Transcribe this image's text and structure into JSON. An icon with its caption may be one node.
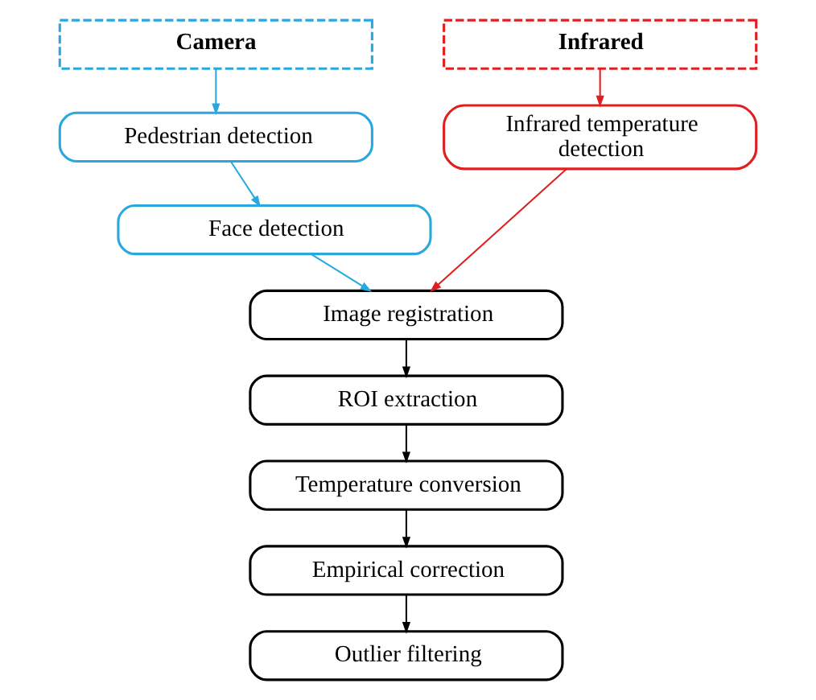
{
  "diagram": {
    "nodes": [
      {
        "text": [
          "Camera"
        ]
      },
      {
        "text": [
          "Pedestrian detection"
        ]
      },
      {
        "text": [
          "Face detection"
        ]
      },
      {
        "text": [
          "Infrared"
        ]
      },
      {
        "text": [
          "Infrared temperature detection"
        ]
      },
      {
        "text": [
          "Image registration"
        ]
      },
      {
        "text": [
          "ROI extraction"
        ]
      },
      {
        "text": [
          "Temperature conversion"
        ]
      },
      {
        "text": [
          "Empirical correction"
        ]
      },
      {
        "text": [
          "Outlier filtering"
        ]
      }
    ],
    "edges": [
      {
        "from": 0,
        "to": 1,
        "arrow": "to",
        "color": "#29a8e0"
      },
      {
        "from": 1,
        "to": 2,
        "arrow": "to",
        "color": "#29a8e0"
      },
      {
        "from": 2,
        "to": 5,
        "arrow": "to",
        "color": "#29a8e0"
      },
      {
        "from": 3,
        "to": 4,
        "arrow": "to",
        "color": "#e02020"
      },
      {
        "from": 4,
        "to": 5,
        "arrow": "to",
        "color": "#e02020"
      },
      {
        "from": 5,
        "to": 6,
        "arrow": "to"
      },
      {
        "from": 6,
        "to": 7,
        "arrow": "to"
      },
      {
        "from": 7,
        "to": 8,
        "arrow": "to"
      },
      {
        "from": 8,
        "to": 9,
        "arrow": "to"
      }
    ]
  }
}
